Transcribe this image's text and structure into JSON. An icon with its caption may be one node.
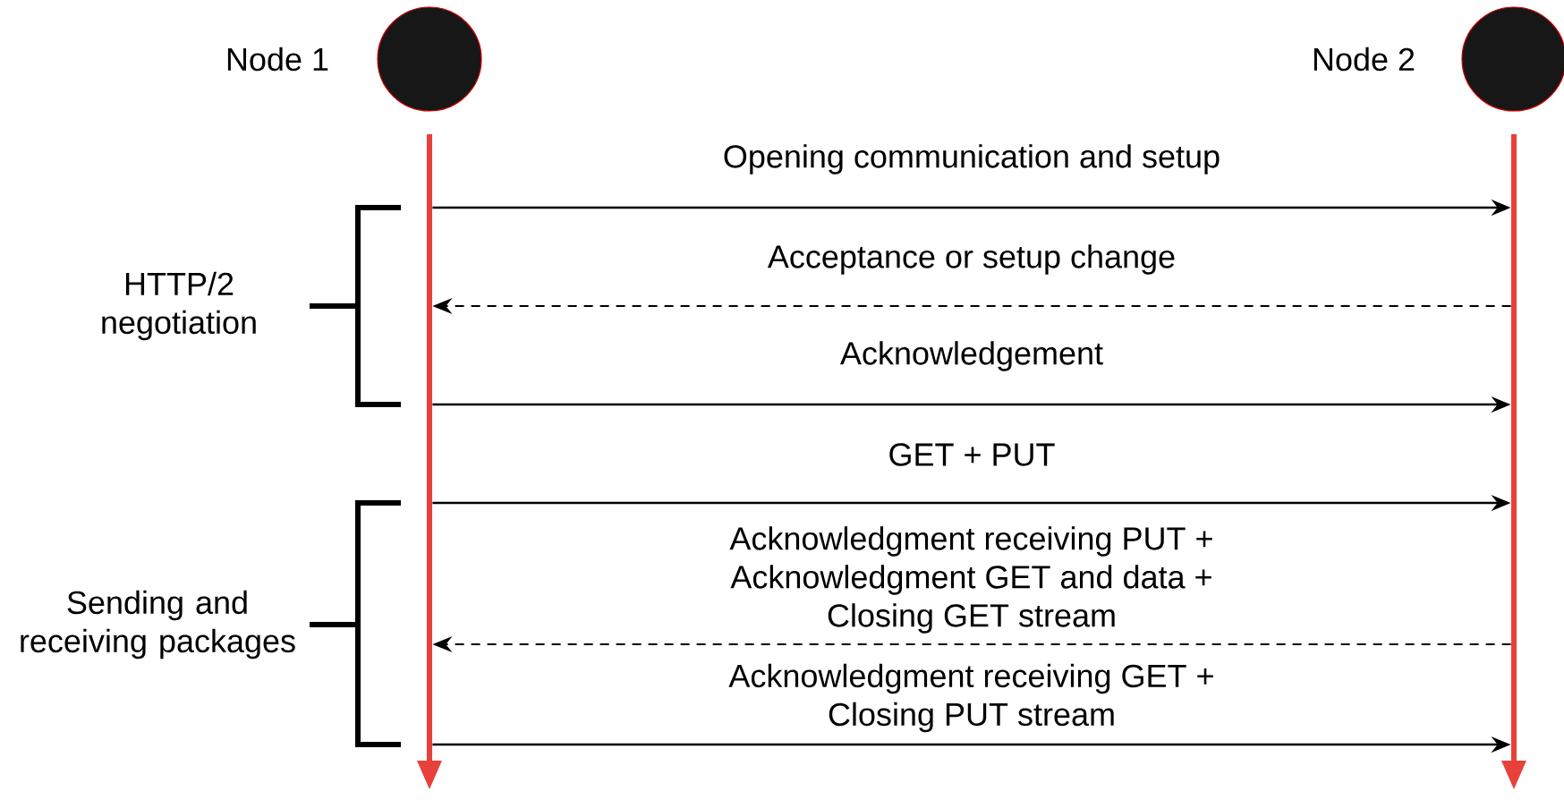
{
  "diagram": {
    "nodes": [
      {
        "text": [],
        "shape": "circle",
        "beside": [
          "Node 1"
        ]
      },
      {
        "text": [],
        "shape": "circle",
        "beside": [
          "Node 2"
        ]
      },
      {
        "text": [],
        "shape": "bar"
      },
      {
        "text": [],
        "shape": "bar"
      }
    ],
    "edges": [
      {
        "from": 2,
        "to": 3,
        "arrow": "to",
        "label": "Opening communication and setup"
      },
      {
        "from": 3,
        "to": 2,
        "arrow": "to",
        "style": "dashed",
        "label": "Acceptance or setup change"
      },
      {
        "from": 2,
        "to": 3,
        "arrow": "to",
        "label": "Acknowledgement"
      },
      {
        "from": 2,
        "to": 3,
        "arrow": "to",
        "label": "GET + PUT"
      },
      {
        "from": 3,
        "to": 2,
        "arrow": "to",
        "style": "dashed",
        "label": "Acknowledgment receiving PUT + Acknowledgment GET and data + Closing GET stream"
      },
      {
        "from": 2,
        "to": 3,
        "arrow": "to",
        "label": "Acknowledgment receiving GET + Closing PUT stream"
      }
    ],
    "labels": [
      "HTTP/2 negotiation",
      "Sending and receiving packages"
    ]
  }
}
